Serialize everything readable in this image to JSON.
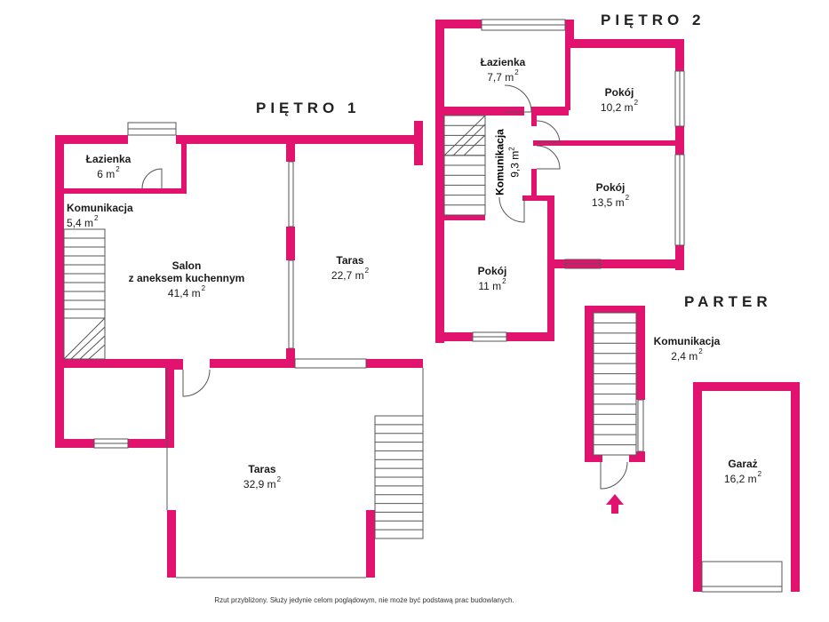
{
  "colors": {
    "wall": "#e2126f",
    "line": "#555555",
    "text": "#1a1a1a"
  },
  "floors": {
    "pietro1": "PIĘTRO 1",
    "pietro2": "PIĘTRO 2",
    "parter": "PARTER"
  },
  "unit": "m",
  "unit_power": "2",
  "rooms": {
    "lazienka1": {
      "name": "Łazienka",
      "area": "6"
    },
    "komunikacja1": {
      "name": "Komunikacja",
      "area": "5,4"
    },
    "salon": {
      "name_line1": "Salon",
      "name_line2": "z aneksem kuchennym",
      "area": "41,4"
    },
    "taras1": {
      "name": "Taras",
      "area": "22,7"
    },
    "taras2": {
      "name": "Taras",
      "area": "32,9"
    },
    "lazienka2": {
      "name": "Łazienka",
      "area": "7,7"
    },
    "pokoj1": {
      "name": "Pokój",
      "area": "10,2"
    },
    "komunikacja2": {
      "name": "Komunikacja",
      "area": "9,3"
    },
    "pokoj2": {
      "name": "Pokój",
      "area": "13,5"
    },
    "pokoj3": {
      "name": "Pokój",
      "area": "11"
    },
    "komunikacja3": {
      "name": "Komunikacja",
      "area": "2,4"
    },
    "garaz": {
      "name": "Garaż",
      "area": "16,2"
    }
  },
  "footnote": "Rzut przybliżony. Służy jedynie celom poglądowym, nie może być podstawą prac budowlanych."
}
